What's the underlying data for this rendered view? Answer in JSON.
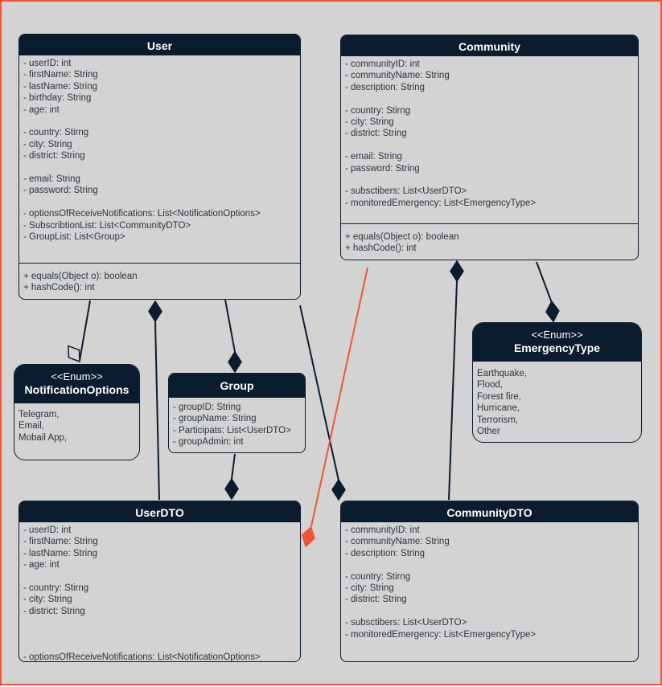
{
  "classes": {
    "user": {
      "name": "User",
      "attr_groups": [
        [
          "- userID: int",
          "- firstName: String",
          "- lastName: String",
          "- birthday: String",
          "- age: int"
        ],
        [
          "- country: Stirng",
          "- city: String",
          "- district: String"
        ],
        [
          "- email: String",
          "- password: String"
        ],
        [
          "- optionsOfReceiveNotifications: List<NotificationOptions>",
          "- SubscribtionList: List<CommunityDTO>",
          "- GroupList: List<Group>"
        ]
      ],
      "methods": [
        "+ equals(Object o): boolean",
        "+ hashCode(): int"
      ]
    },
    "community": {
      "name": "Community",
      "attr_groups": [
        [
          "- communityID: int",
          "- communityName: String",
          "- description: String"
        ],
        [
          "- country: Stirng",
          "- city: String",
          "- district: String"
        ],
        [
          "- email: String",
          "- password: String"
        ],
        [
          "- subsctibers: List<UserDTO>",
          "- monitoredEmergency: List<EmergencyType>"
        ]
      ],
      "methods": [
        "+ equals(Object o): boolean",
        "+ hashCode(): int"
      ]
    },
    "notification_options": {
      "stereotype": "<<Enum>>",
      "name": "NotificationOptions",
      "values": [
        "Telegram,",
        "Email,",
        "Mobail App,"
      ]
    },
    "group": {
      "name": "Group",
      "attr_groups": [
        [
          "- groupID:  String",
          "- groupName: String",
          "- Participats: List<UserDTO>",
          "- groupAdmin: int"
        ]
      ]
    },
    "emergency_type": {
      "stereotype": "<<Enum>>",
      "name": "EmergencyType",
      "values": [
        "Earthquake,",
        "Flood,",
        "Forest fire,",
        "Hurricane,",
        "Terrorism,",
        "Other"
      ]
    },
    "user_dto": {
      "name": "UserDTO",
      "attr_groups": [
        [
          "- userID: int",
          "- firstName: String",
          "- lastName: String",
          "- age: int"
        ],
        [
          "- country: Stirng",
          "- city: String",
          "- district: String"
        ],
        [
          ""
        ],
        [
          "- optionsOfReceiveNotifications: List<NotificationOptions>"
        ]
      ]
    },
    "community_dto": {
      "name": "CommunityDTO",
      "attr_groups": [
        [
          "- communityID: int",
          "- communityName: String",
          "- description: String"
        ],
        [
          "- country: Stirng",
          "- city: String",
          "- district: String"
        ],
        [
          "- subsctibers: List<UserDTO>",
          "- monitoredEmergency: List<EmergencyType>"
        ]
      ]
    }
  },
  "relations": [
    {
      "from": "User",
      "to": "NotificationOptions",
      "type": "aggregation"
    },
    {
      "from": "UserDTO",
      "to": "User",
      "type": "composition"
    },
    {
      "from": "User",
      "to": "Group",
      "type": "composition"
    },
    {
      "from": "User",
      "to": "CommunityDTO",
      "type": "composition"
    },
    {
      "from": "Group",
      "to": "UserDTO",
      "type": "composition"
    },
    {
      "from": "Community",
      "to": "UserDTO",
      "type": "composition",
      "highlighted": true
    },
    {
      "from": "CommunityDTO",
      "to": "Community",
      "type": "composition"
    },
    {
      "from": "Community",
      "to": "EmergencyType",
      "type": "composition"
    }
  ],
  "colors": {
    "header": "#0b1c2e",
    "line": "#0b1c2e",
    "highlight": "#f2543a",
    "background": "#d3d3d3"
  }
}
